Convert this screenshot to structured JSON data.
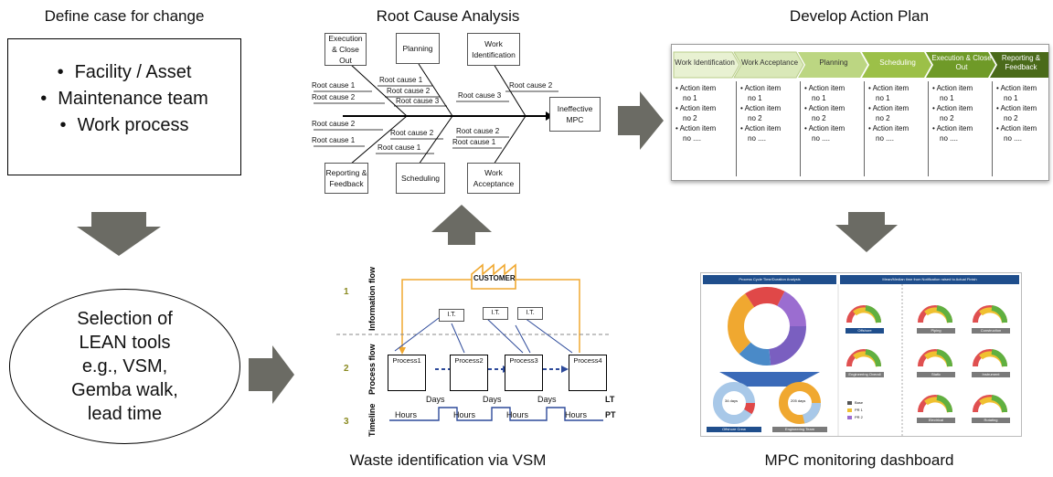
{
  "titles": {
    "define": "Define case for change",
    "rca": "Root Cause Analysis",
    "plan": "Develop Action Plan",
    "vsm": "Waste identification via VSM",
    "dashboard": "MPC monitoring dashboard"
  },
  "case_items": [
    "Facility / Asset",
    "Maintenance team",
    "Work process"
  ],
  "lean_lines": [
    "Selection of",
    "LEAN tools",
    "e.g., VSM,",
    "Gemba walk,",
    "lead time"
  ],
  "fishbone": {
    "categories_top": [
      "Execution & Close Out",
      "Planning",
      "Work Identification"
    ],
    "categories_bottom": [
      "Reporting & Feedback",
      "Scheduling",
      "Work Acceptance"
    ],
    "effect": "Ineffective MPC",
    "root_causes": {
      "rc1": "Root cause 1",
      "rc2": "Root cause 2",
      "rc3": "Root cause 3"
    }
  },
  "action_plan": {
    "phases": [
      "Work Identification",
      "Work Acceptance",
      "Planning",
      "Scheduling",
      "Execution & Close Out",
      "Reporting & Feedback"
    ],
    "items": [
      "• Action item",
      "no 1",
      "• Action item",
      "no 2",
      "• Action item",
      "no ...."
    ]
  },
  "vsm": {
    "customer": "CUSTOMER",
    "it": "I.T.",
    "processes": [
      "Process1",
      "Process2",
      "Process3",
      "Process4"
    ],
    "days": "Days",
    "hours": "Hours",
    "lt": "LT",
    "pt": "PT",
    "row_numbers": [
      "1",
      "2",
      "3"
    ],
    "labels": [
      "Information flow",
      "Process flow",
      "Timeline"
    ]
  },
  "dashboard": {
    "left_title": "Process Cycle Time/Duration Analysis",
    "right_title": "Mean/Median time from Notification raised to Actual Finish",
    "gauges": [
      "Offshore",
      "Piping",
      "Construction",
      "Engineering Overall",
      "Static",
      "Instrument",
      "Electrical",
      "Rotating"
    ],
    "donuts": [
      "Offshore Crew",
      "Engineering Team"
    ],
    "donut_values": [
      "34 days",
      "205 days"
    ],
    "legend": [
      "Base",
      "PR 1",
      "PR 2"
    ]
  },
  "colors": {
    "arrow": "#6b6b64",
    "plan_green": "#8cb43c",
    "dash_blue": "#1f4e8c",
    "orange": "#f0a830"
  }
}
